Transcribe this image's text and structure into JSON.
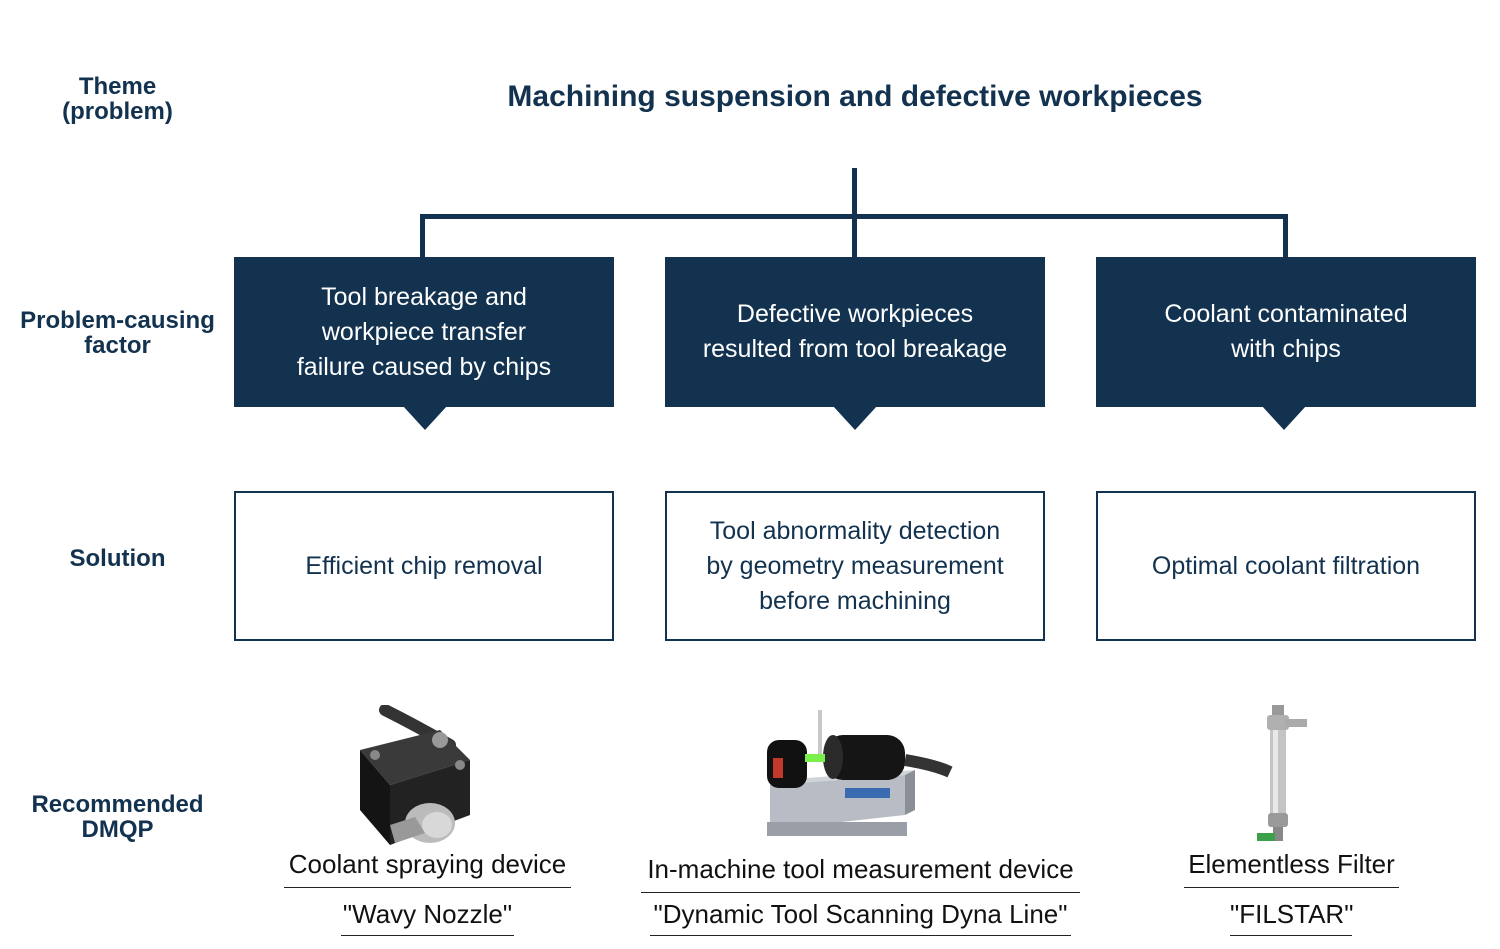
{
  "rows": {
    "theme": [
      "Theme",
      "(problem)"
    ],
    "factor": [
      "Problem-causing",
      "factor"
    ],
    "solution": [
      "Solution"
    ],
    "dmqp": [
      "Recommended",
      "DMQP"
    ]
  },
  "theme_title": "Machining suspension and defective workpieces",
  "factors": [
    {
      "lines": [
        "Tool breakage and",
        "workpiece transfer",
        "failure caused by chips"
      ]
    },
    {
      "lines": [
        "Defective workpieces",
        "resulted from tool breakage"
      ]
    },
    {
      "lines": [
        "Coolant contaminated",
        "with chips"
      ]
    }
  ],
  "solutions": [
    {
      "lines": [
        "Efficient chip removal"
      ]
    },
    {
      "lines": [
        "Tool abnormality detection",
        "by geometry measurement",
        "before machining"
      ]
    },
    {
      "lines": [
        "Optimal coolant filtration"
      ]
    }
  ],
  "products": [
    {
      "name": "Coolant spraying device",
      "model": "\"Wavy Nozzle\"",
      "icon": "nozzle-device-icon"
    },
    {
      "name": "In-machine tool measurement device",
      "model": "\"Dynamic Tool Scanning Dyna Line\"",
      "icon": "tool-scanner-icon"
    },
    {
      "name": "Elementless Filter",
      "model": "\"FILSTAR\"",
      "icon": "filter-cylinder-icon"
    }
  ],
  "colors": {
    "navy": "#12324f",
    "white": "#ffffff"
  }
}
